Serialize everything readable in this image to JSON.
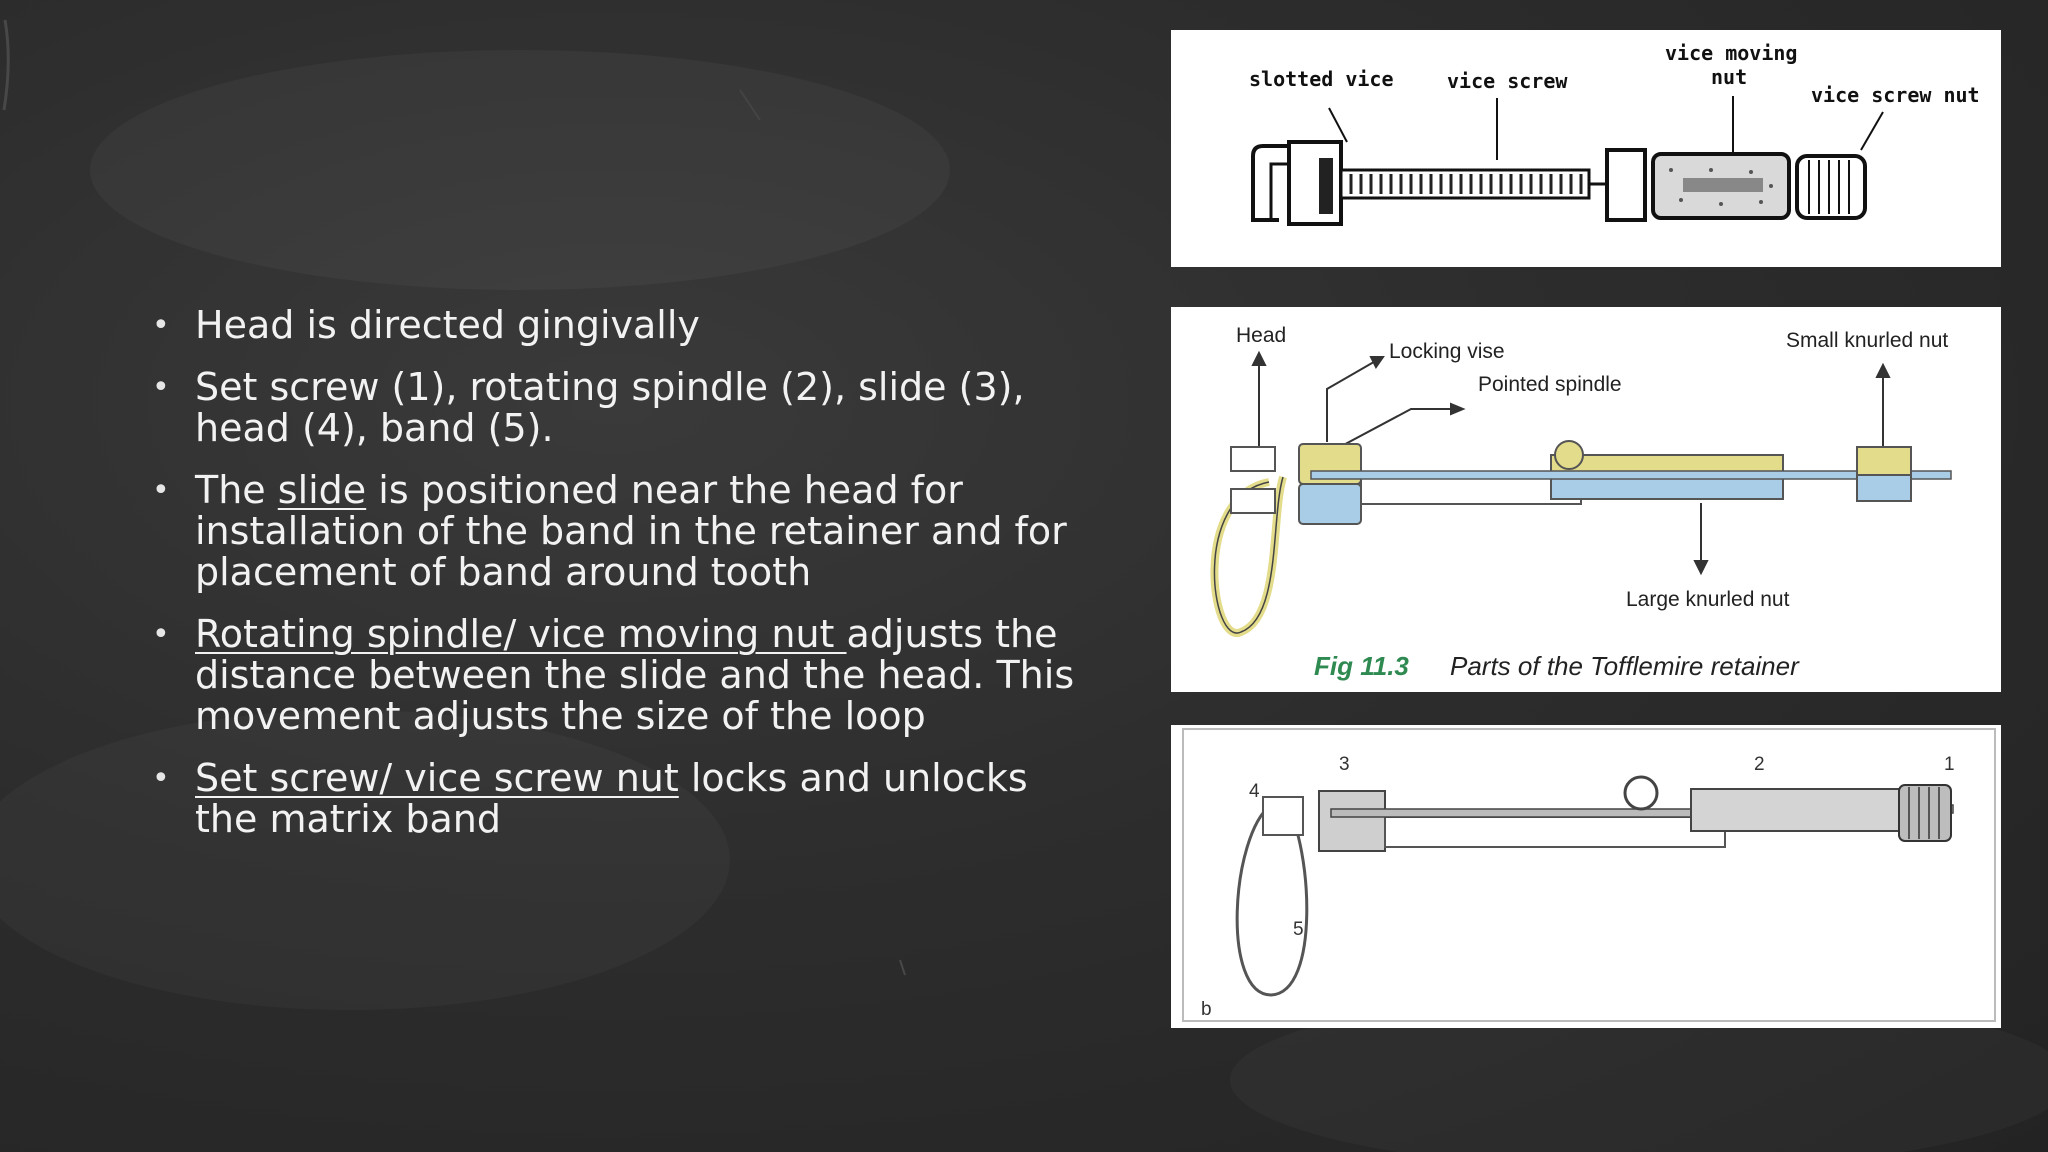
{
  "bullets": {
    "b1": "Head is directed gingivally",
    "b2": "Set screw (1), rotating spindle (2), slide (3), head (4), band (5).",
    "b3": {
      "pre": "The ",
      "link": "slide",
      "post": " is positioned near the head for installation of the band in the retainer and for placement of band around tooth"
    },
    "b4": {
      "link": "Rotating spindle/ vice moving nut ",
      "post": "adjusts the distance between the slide and the head. This movement adjusts the size of the loop"
    },
    "b5": {
      "link": "Set screw/ vice screw nut",
      "post": " locks and unlocks the matrix band"
    }
  },
  "figure1": {
    "labels": {
      "slotted_vice": "slotted vice",
      "vice_screw": "vice screw",
      "vice_moving_nut_1": "vice moving",
      "vice_moving_nut_2": "nut",
      "vice_screw_nut": "vice screw nut"
    }
  },
  "figure2": {
    "labels": {
      "head": "Head",
      "locking_vise": "Locking vise",
      "pointed_spindle": "Pointed spindle",
      "small_knurled_nut": "Small knurled nut",
      "large_knurled_nut": "Large knurled nut"
    },
    "caption_number": "Fig 11.3",
    "caption_text": "Parts of the Tofflemire retainer",
    "colors": {
      "yellow": "#e3dc8a",
      "blue": "#a9cde6",
      "caption_green": "#2e8a50"
    }
  },
  "figure3": {
    "numbers": {
      "n1": "1",
      "n2": "2",
      "n3": "3",
      "n4": "4",
      "n5": "5"
    },
    "panel_letter": "b"
  }
}
